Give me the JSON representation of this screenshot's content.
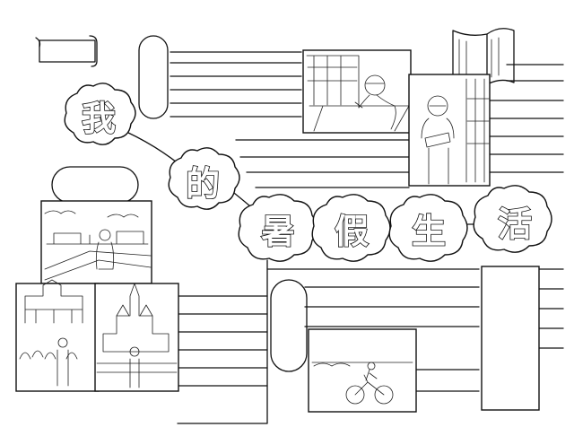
{
  "title": {
    "characters": [
      "我",
      "的",
      "暑",
      "假",
      "生",
      "活"
    ]
  }
}
